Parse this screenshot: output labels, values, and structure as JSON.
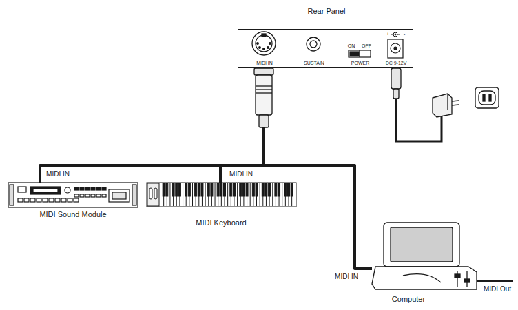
{
  "diagram": {
    "nodes": [
      {
        "text": [
          "Rear Panel",
          "MIDI IN",
          "SUSTAIN",
          "ON",
          "OFF",
          "POWER",
          "+",
          "-",
          "DC 9-12V"
        ]
      },
      {
        "text": [
          "MIDI Sound Module"
        ]
      },
      {
        "text": [
          "MIDI Keyboard"
        ]
      },
      {
        "text": [
          "Computer"
        ]
      }
    ],
    "edges": [
      {
        "from": 0,
        "to": 1,
        "label": "MIDI IN",
        "arrow": "none"
      },
      {
        "from": 0,
        "to": 2,
        "label": "MIDI IN",
        "arrow": "none"
      },
      {
        "from": 0,
        "to": 3,
        "label": "MIDI IN",
        "arrow": "none"
      }
    ],
    "labels": [
      "MIDI Out"
    ]
  }
}
